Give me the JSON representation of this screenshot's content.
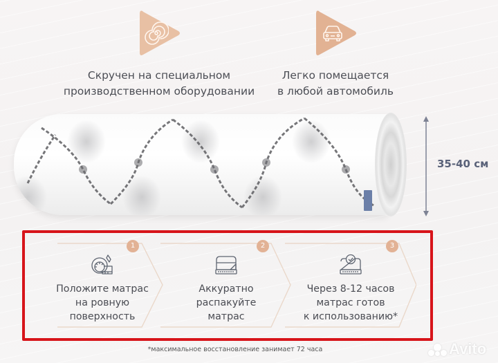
{
  "features": [
    {
      "icon": "spiral-icon",
      "label_line1": "Скручен на специальном",
      "label_line2": "производственном оборудовании"
    },
    {
      "icon": "car-icon",
      "label_line1": "Легко помещается",
      "label_line2": "в любой автомобиль"
    }
  ],
  "product": {
    "image": "rolled-mattress",
    "size_label": "35-40 см"
  },
  "steps": [
    {
      "number": "1",
      "icon": "roll-out-mattress-icon",
      "line1": "Положите матрас",
      "line2": "на ровную",
      "line3": "поверхность"
    },
    {
      "number": "2",
      "icon": "unpack-mattress-icon",
      "line1": "Аккуратно",
      "line2": "распакуйте",
      "line3": "матрас"
    },
    {
      "number": "3",
      "icon": "mattress-ready-check-icon",
      "line1": "Через 8-12 часов",
      "line2": "матрас готов",
      "line3": "к использованию*"
    }
  ],
  "footnote": "*максимальное восстановление занимает 72 часа",
  "watermark": "Avito",
  "colors": {
    "accent_peach": "#e8c0a4",
    "highlight_red": "#d7141a",
    "text": "#4a4c53",
    "size_label": "#5a6279"
  }
}
